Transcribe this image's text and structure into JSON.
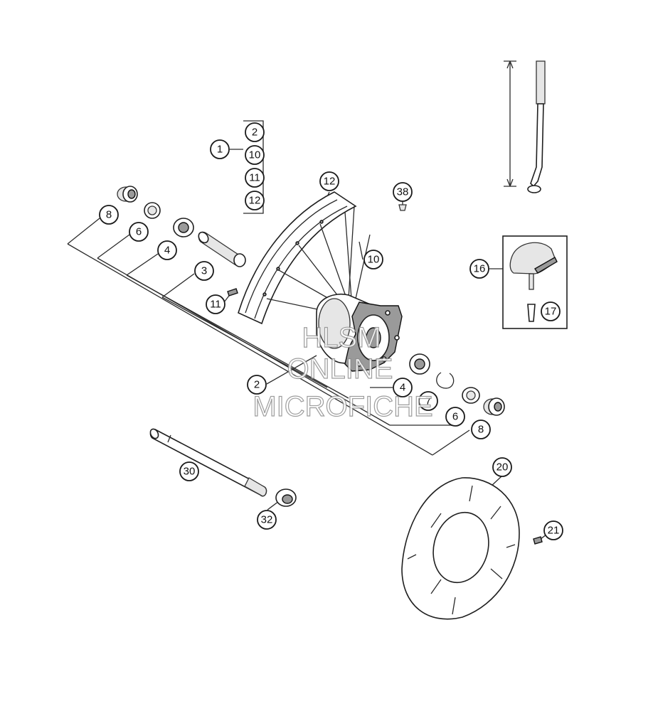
{
  "callouts": {
    "c1": "1",
    "c1_2": "2",
    "c1_10": "10",
    "c1_11": "11",
    "c1_12": "12",
    "c12": "12",
    "c38": "38",
    "c8a": "8",
    "c6a": "6",
    "c4a": "4",
    "c3": "3",
    "c10": "10",
    "c11": "11",
    "c16": "16",
    "c17": "17",
    "c2": "2",
    "c4b": "4",
    "c7": "7",
    "c6b": "6",
    "c8b": "8",
    "c30": "30",
    "c32": "32",
    "c20": "20",
    "c21": "21"
  },
  "watermark": {
    "line1": "HLSM",
    "line2": "ONLINE",
    "line3": "MICROFICHE"
  }
}
